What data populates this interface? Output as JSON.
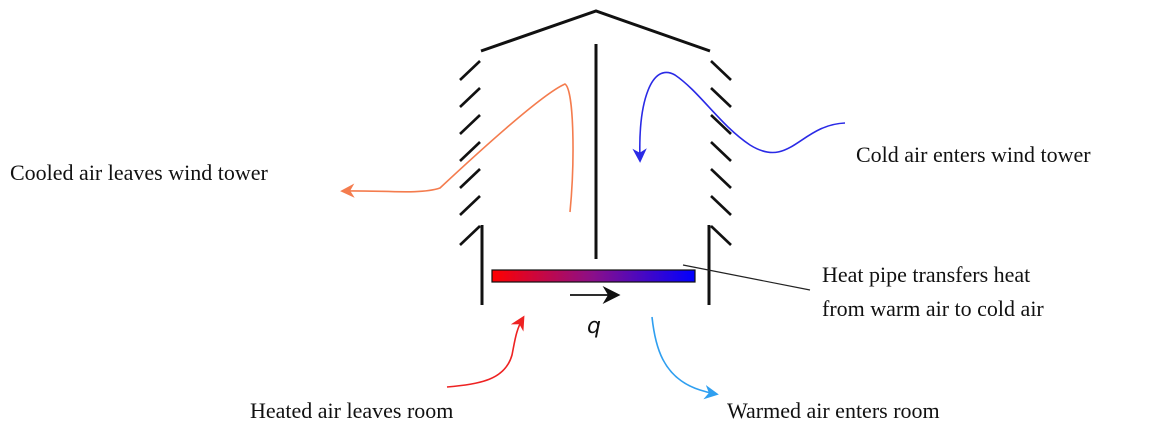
{
  "labels": {
    "cold_air_enters": "Cold air enters wind tower",
    "cooled_air_leaves": "Cooled air leaves wind tower",
    "heat_pipe_line1": "Heat pipe transfers heat",
    "heat_pipe_line2": "from warm air to cold air",
    "heated_air_leaves": "Heated air leaves room",
    "warmed_air_enters": "Warmed air enters room",
    "heat_flow_symbol": "q"
  },
  "colors": {
    "cooled_air_flow": "#f47c4e",
    "cold_air_flow": "#2a2ae6",
    "heated_air_flow": "#ee2222",
    "warmed_air_flow": "#2f9ff0",
    "heat_pipe_hot_end": "#ff0000",
    "heat_pipe_cold_end": "#0000ff",
    "structure": "#111111"
  }
}
